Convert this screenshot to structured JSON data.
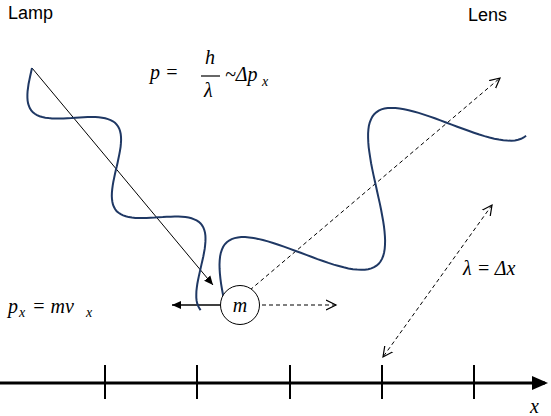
{
  "diagram": {
    "nodes": [
      {
        "text": [
          "m"
        ]
      }
    ],
    "labels": [
      "Lamp",
      "Lens",
      "p =",
      "h",
      "λ",
      "~Δp",
      "x",
      "λ = Δx",
      "p",
      "x",
      "= mv",
      "x",
      "x"
    ]
  }
}
